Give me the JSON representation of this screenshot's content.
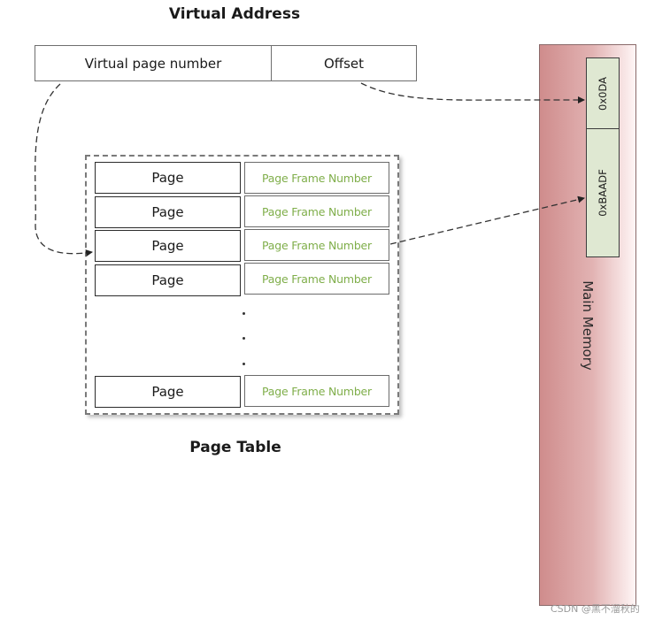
{
  "titles": {
    "virtual_address": "Virtual Address",
    "page_table": "Page Table"
  },
  "virtual_address": {
    "vpn_label": "Virtual page number",
    "offset_label": "Offset"
  },
  "page_table": {
    "rows": [
      {
        "page": "Page",
        "pfn": "Page Frame Number"
      },
      {
        "page": "Page",
        "pfn": "Page Frame Number"
      },
      {
        "page": "Page",
        "pfn": "Page Frame Number"
      },
      {
        "page": "Page",
        "pfn": "Page Frame Number"
      },
      {
        "page": "Page",
        "pfn": "Page Frame Number"
      }
    ]
  },
  "memory": {
    "label": "Main Memory",
    "cells": [
      "0x0DA",
      "0xBAADF"
    ]
  },
  "watermark": "CSDN @黑不溜秋的",
  "colors": {
    "pfn_text": "#7fae4a",
    "memory_cell": "#dfe8d2",
    "memory_gradient_start": "#cf8c8c"
  }
}
